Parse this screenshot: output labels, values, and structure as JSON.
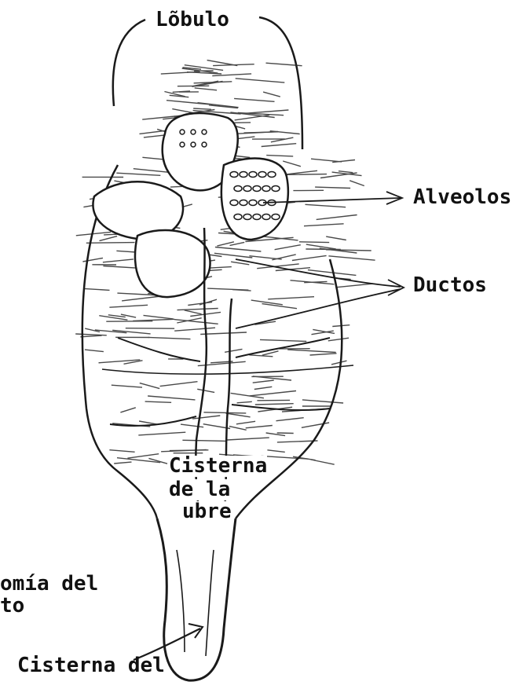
{
  "diagram": {
    "labels": {
      "lobulo": "Lõbulo",
      "alveolos": "Alveolos",
      "ductos": "Ductos",
      "cisterna_ubre_1": "Cisterna",
      "cisterna_ubre_2": "de la",
      "cisterna_ubre_3": "ubre",
      "anatomia_1": "omía del",
      "anatomia_2": "to",
      "cisterna_pezon": "Cisterna del"
    },
    "ink_color": "#1a1a1a",
    "hatch_color": "#2a2a2a"
  }
}
